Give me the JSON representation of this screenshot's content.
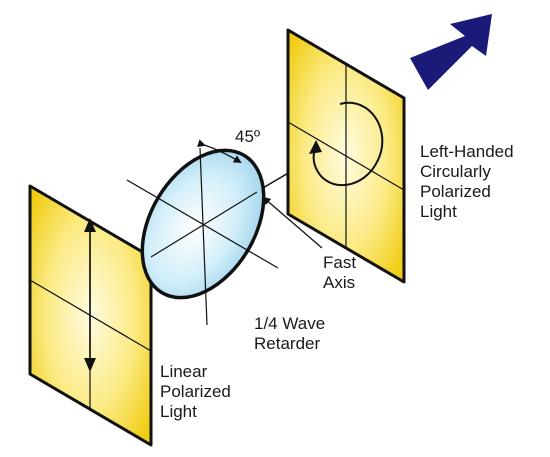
{
  "labels": {
    "angle": "45º",
    "fast_axis": [
      "Fast",
      "Axis"
    ],
    "retarder": [
      "1/4 Wave",
      "Retarder"
    ],
    "linear": [
      "Linear",
      "Polarized",
      "Light"
    ],
    "circular": [
      "Left-Handed",
      "Circularly",
      "Polarized",
      "Light"
    ]
  },
  "colors": {
    "panel_center": "#fffbe0",
    "panel_edge": "#f2d21e",
    "lens_center": "#ffffff",
    "lens_edge": "#a9daf0",
    "arrow": "#1b1a78",
    "stroke": "#111111"
  },
  "icons": {
    "direction": "propagation-arrow-icon",
    "rotation": "counterclockwise-rotation-icon"
  }
}
